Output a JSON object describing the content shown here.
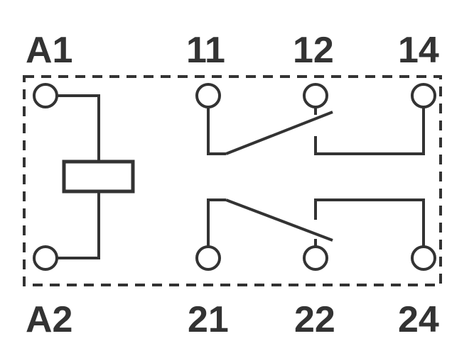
{
  "labels": {
    "a1": "A1",
    "t11": "11",
    "t12": "12",
    "t14": "14",
    "a2": "A2",
    "t21": "21",
    "t22": "22",
    "t24": "24"
  },
  "colors": {
    "line": "#333333",
    "background": "#ffffff"
  }
}
